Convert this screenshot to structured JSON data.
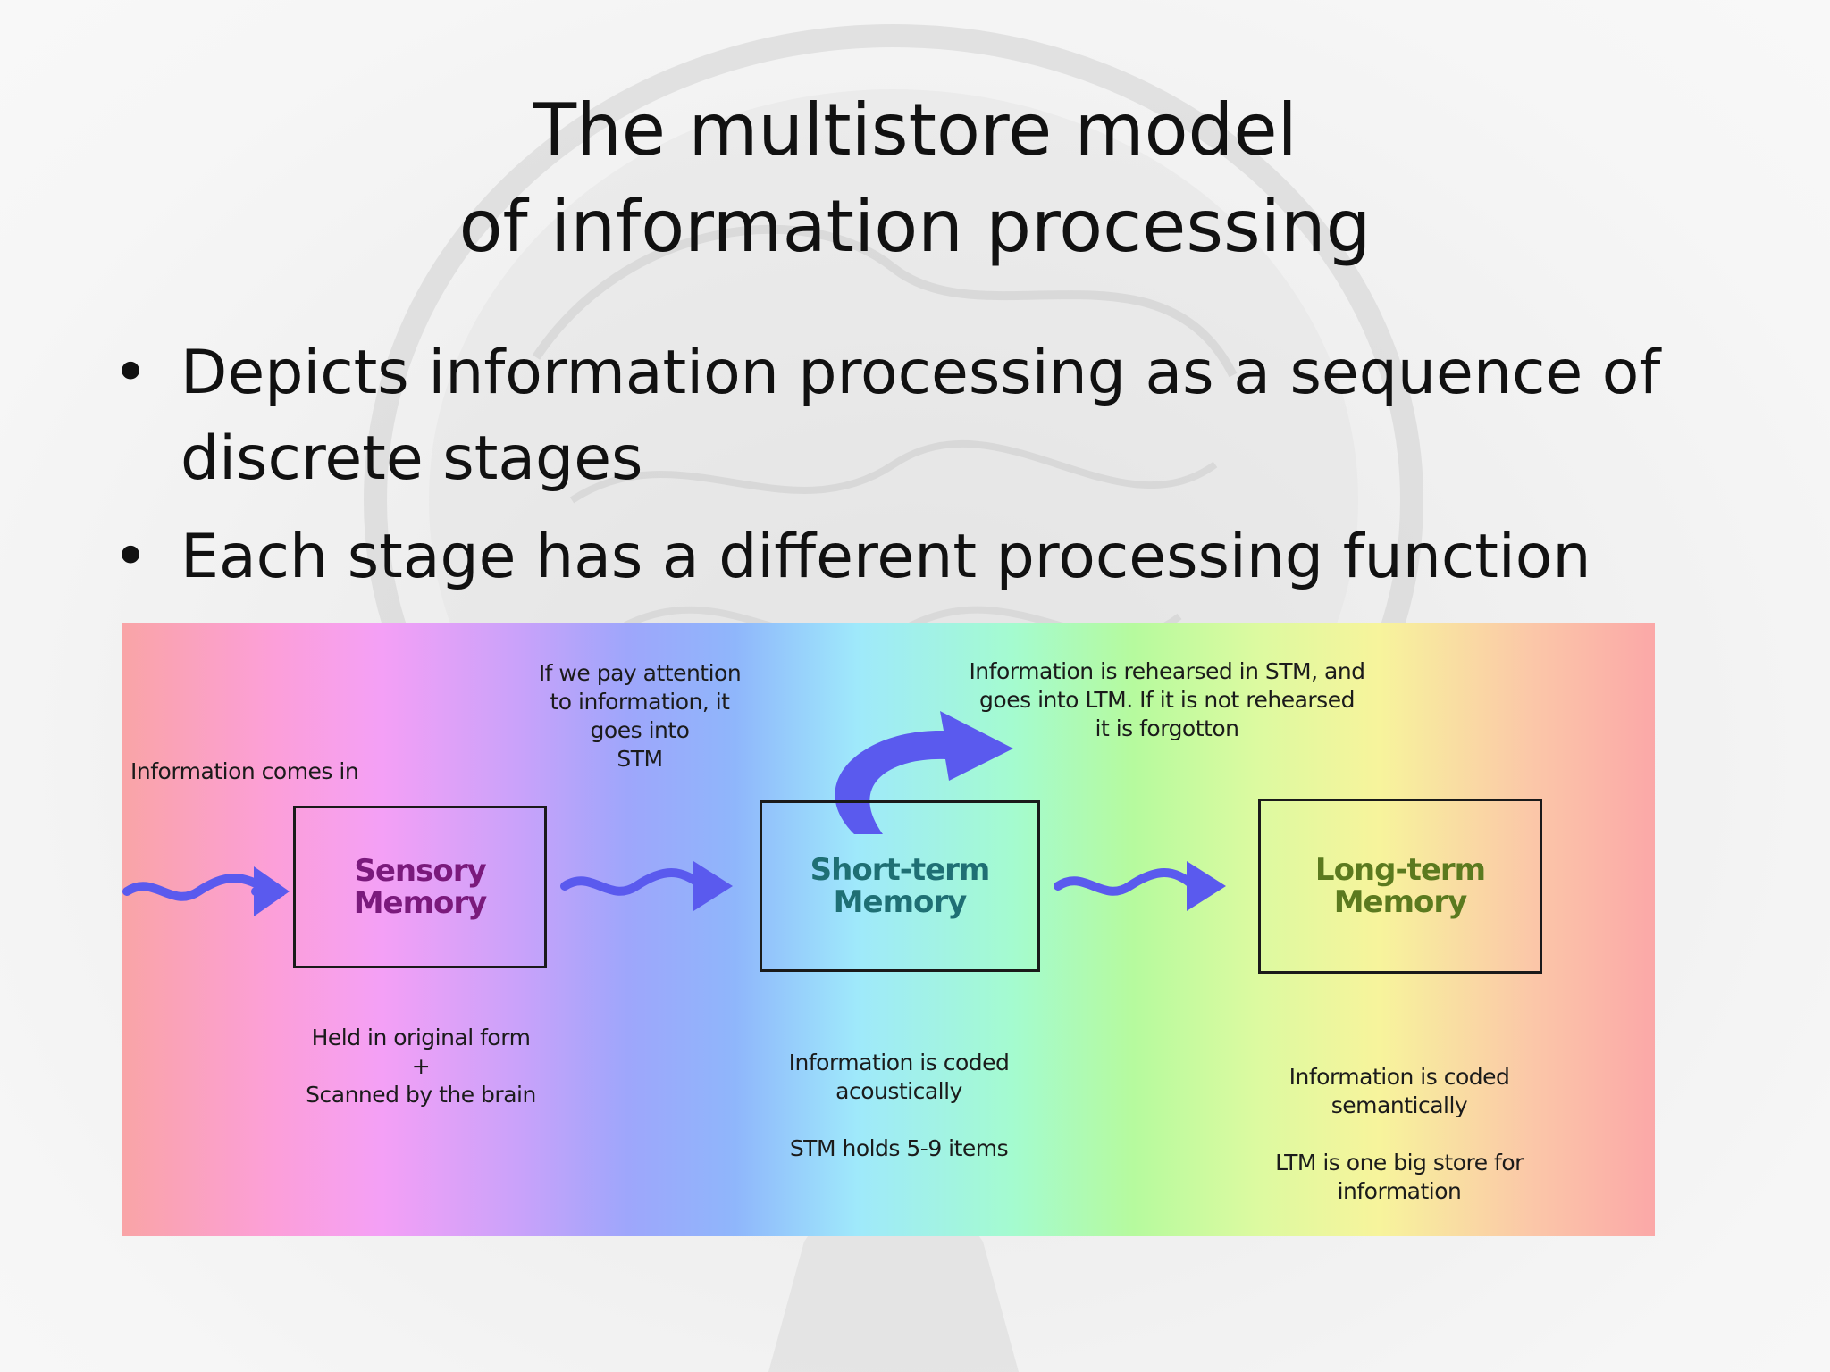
{
  "slide": {
    "title_line1": "The multistore model",
    "title_line2": "of information processing",
    "bullets": [
      "Depicts information processing as a sequence of discrete stages",
      "Each stage has a different processing function"
    ],
    "bullet_glyph": "•"
  },
  "diagram": {
    "input_label": "Information comes in",
    "attention_label": "If we pay attention\nto information, it\ngoes into\nSTM",
    "rehearsal_label": "Information is rehearsed in STM, and\ngoes into LTM.  If it is not rehearsed\nit is forgotton",
    "stores": [
      {
        "label": "Sensory\nMemory",
        "color": "#7a1a7c",
        "notes": "Held in original form\n+\nScanned by the brain"
      },
      {
        "label": "Short-term\nMemory",
        "color": "#1f6f74",
        "notes": "Information is coded\nacoustically\n\nSTM holds 5-9 items"
      },
      {
        "label": "Long-term\nMemory",
        "color": "#5b7a1f",
        "notes": "Information is coded\nsemantically\n\nLTM is one big store for\ninformation"
      }
    ],
    "arrow_color": "#5a5aee"
  }
}
